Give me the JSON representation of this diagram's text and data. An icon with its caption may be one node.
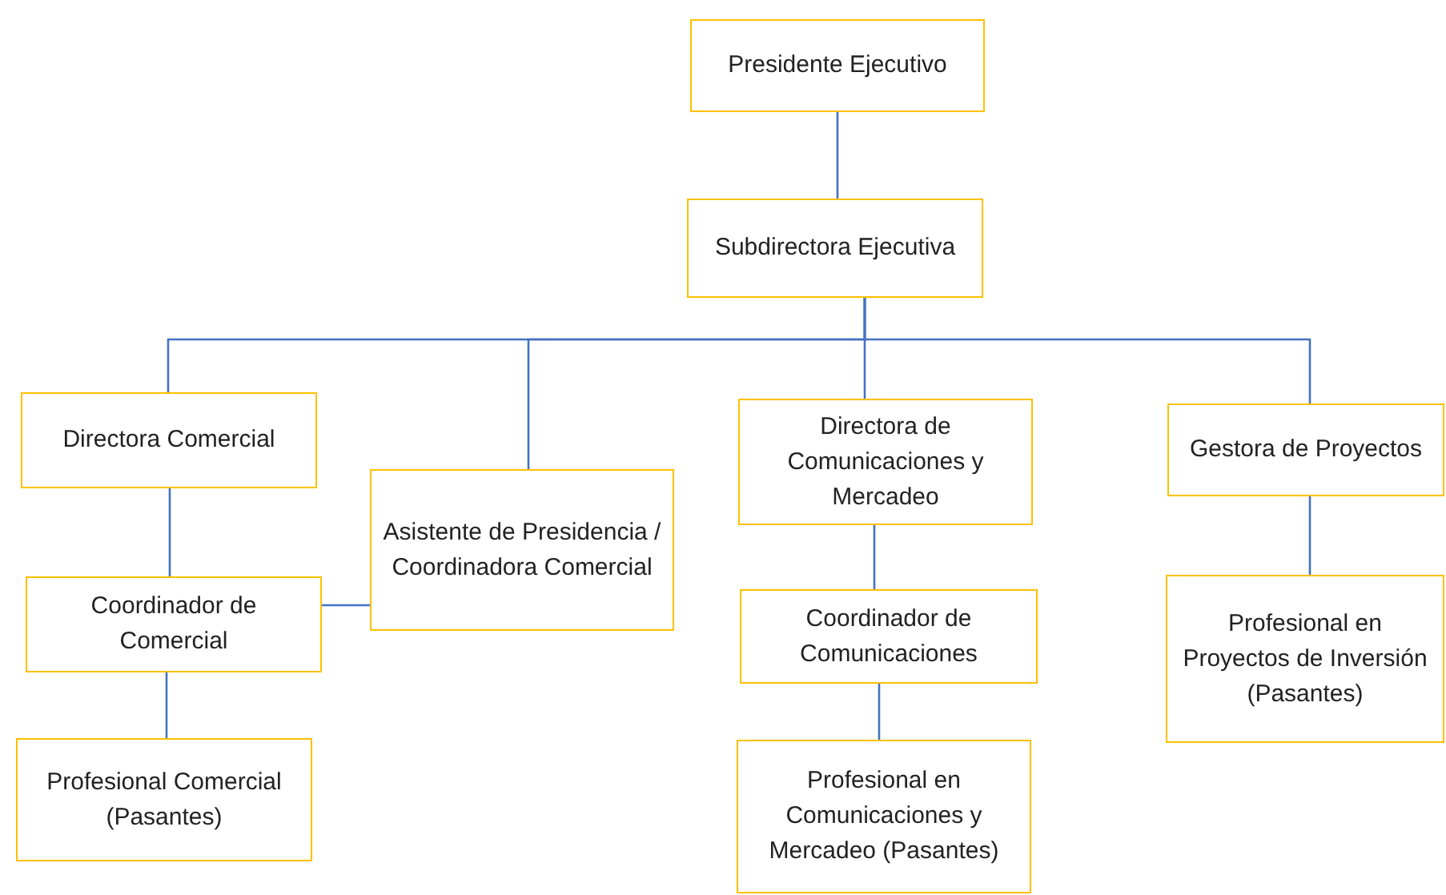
{
  "diagram": {
    "nodes": [
      {
        "text": [
          "Presidente Ejecutivo"
        ]
      },
      {
        "text": [
          "Subdirectora Ejecutiva"
        ]
      },
      {
        "text": [
          "Directora Comercial"
        ]
      },
      {
        "text": [
          "Asistente de Presidencia / Coordinadora Comercial"
        ]
      },
      {
        "text": [
          "Directora de Comunicaciones y Mercadeo"
        ]
      },
      {
        "text": [
          "Gestora de Proyectos"
        ]
      },
      {
        "text": [
          "Coordinador de Comercial"
        ]
      },
      {
        "text": [
          "Coordinador de Comunicaciones"
        ]
      },
      {
        "text": [
          "Profesional en Proyectos de Inversión (Pasantes)"
        ]
      },
      {
        "text": [
          "Profesional Comercial (Pasantes)"
        ]
      },
      {
        "text": [
          "Profesional en Comunicaciones y Mercadeo (Pasantes)"
        ]
      }
    ],
    "edges": [
      {
        "from": 0,
        "to": 1,
        "arrow": "none"
      },
      {
        "from": 1,
        "to": 2,
        "arrow": "none"
      },
      {
        "from": 1,
        "to": 3,
        "arrow": "none"
      },
      {
        "from": 1,
        "to": 4,
        "arrow": "none"
      },
      {
        "from": 1,
        "to": 5,
        "arrow": "none"
      },
      {
        "from": 2,
        "to": 6,
        "arrow": "none"
      },
      {
        "from": 3,
        "to": 6,
        "arrow": "none"
      },
      {
        "from": 4,
        "to": 7,
        "arrow": "none"
      },
      {
        "from": 6,
        "to": 9,
        "arrow": "none"
      },
      {
        "from": 7,
        "to": 10,
        "arrow": "none"
      },
      {
        "from": 5,
        "to": 8,
        "arrow": "none"
      }
    ]
  }
}
